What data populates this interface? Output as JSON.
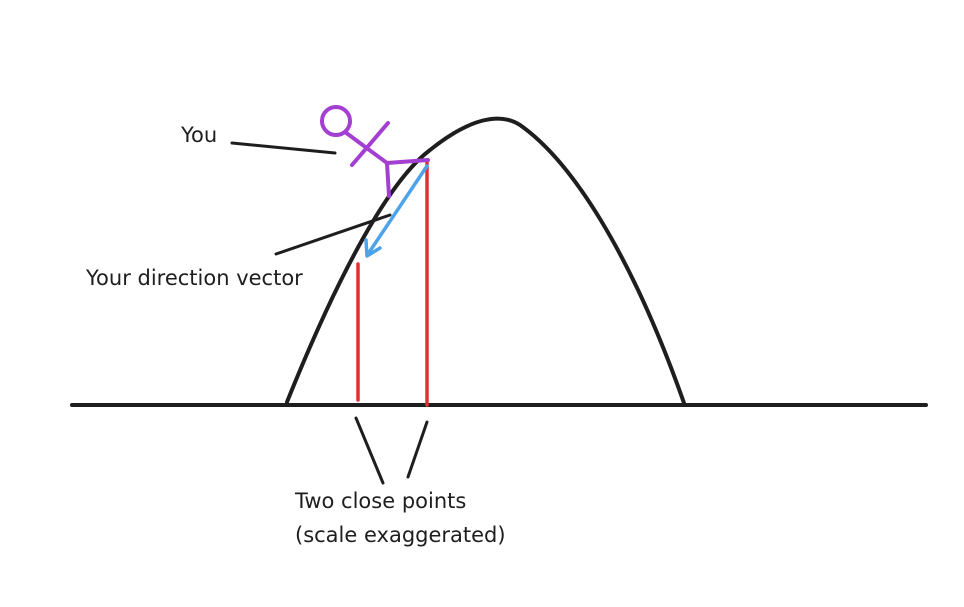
{
  "labels": {
    "you": "You",
    "direction_vector": "Your direction vector",
    "two_close_points": "Two close points",
    "scale_note": "(scale exaggerated)"
  },
  "colors": {
    "ink": "#1e1e1e",
    "figure": "#a33fd1",
    "direction_arrow": "#4da3ea",
    "vertical_markers": "#e03131"
  },
  "icons": {
    "figure": "stick-figure-icon",
    "arrow": "arrow-icon"
  }
}
